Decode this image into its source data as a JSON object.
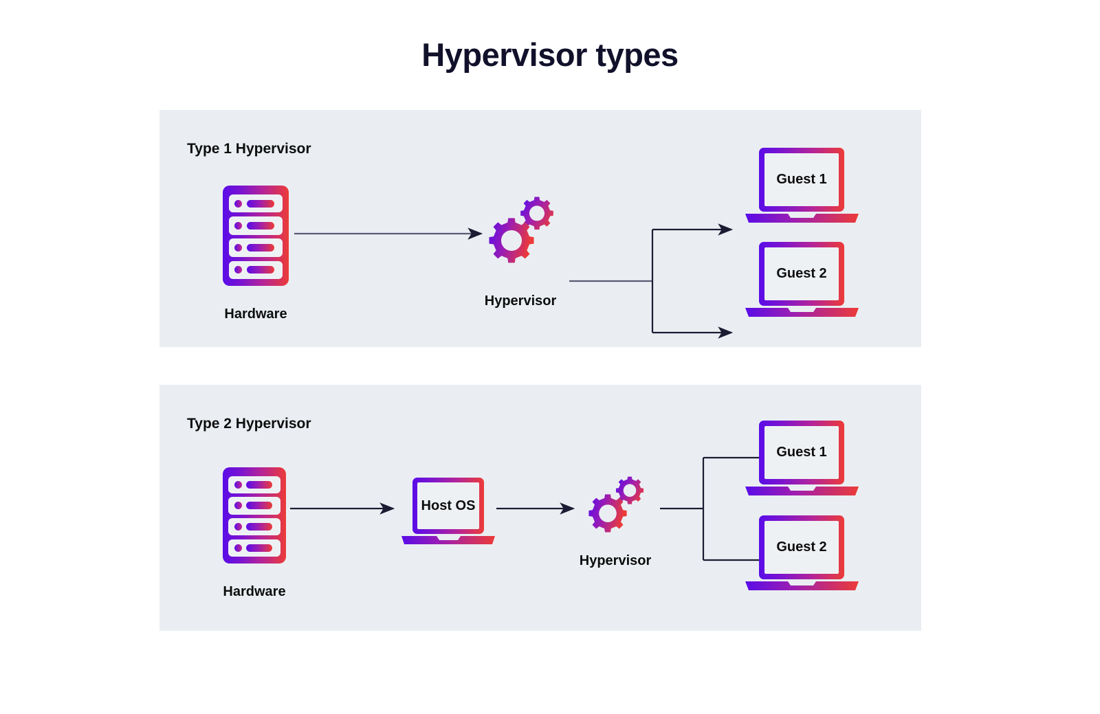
{
  "title": "Hypervisor types",
  "colors": {
    "background": "#ffffff",
    "panel": "#eaeef2",
    "title_text": "#11112b",
    "label_text": "#0d0d0d",
    "gradient_start": "#5a0ce8",
    "gradient_mid": "#b3249a",
    "gradient_end": "#ec3b38",
    "arrow": "#1b1b33"
  },
  "panels": [
    {
      "id": "type1",
      "title": "Type 1 Hypervisor",
      "nodes": {
        "hardware": {
          "label": "Hardware",
          "icon": "server-icon"
        },
        "hypervisor": {
          "label": "Hypervisor",
          "icon": "gears-icon"
        },
        "guests": [
          {
            "label": "Guest 1",
            "icon": "laptop-icon"
          },
          {
            "label": "Guest 2",
            "icon": "laptop-icon"
          }
        ]
      },
      "flow": "Hardware → Hypervisor → Guest 1 / Guest 2"
    },
    {
      "id": "type2",
      "title": "Type 2 Hypervisor",
      "nodes": {
        "hardware": {
          "label": "Hardware",
          "icon": "server-icon"
        },
        "host_os": {
          "label": "Host OS",
          "icon": "laptop-icon"
        },
        "hypervisor": {
          "label": "Hypervisor",
          "icon": "gears-icon"
        },
        "guests": [
          {
            "label": "Guest 1",
            "icon": "laptop-icon"
          },
          {
            "label": "Guest 2",
            "icon": "laptop-icon"
          }
        ]
      },
      "flow": "Hardware → Host OS → Hypervisor → Guest 1 / Guest 2"
    }
  ]
}
